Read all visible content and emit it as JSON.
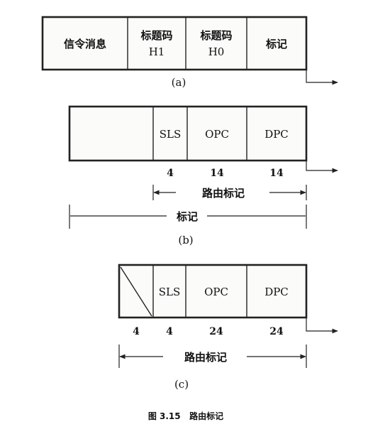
{
  "diagram_a": {
    "cells": [
      "信令消息",
      "标题码",
      "H1",
      "标题码",
      "H0",
      "标记"
    ],
    "caption": "(a)"
  },
  "diagram_b": {
    "cells": [
      "SLS",
      "OPC",
      "DPC"
    ],
    "bits": [
      "4",
      "14",
      "14"
    ],
    "routing_label": "路由标记",
    "label_span": "标记",
    "caption": "(b)"
  },
  "diagram_c": {
    "cells": [
      "SLS",
      "OPC",
      "DPC"
    ],
    "bits": [
      "4",
      "4",
      "24",
      "24"
    ],
    "routing_label": "路由标记",
    "caption": "(c)"
  },
  "figure_caption": "图 3.15   路由标记"
}
